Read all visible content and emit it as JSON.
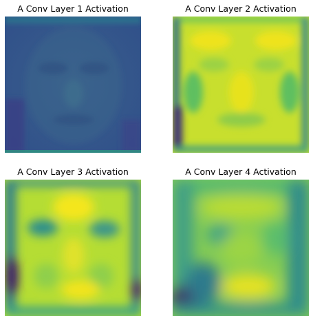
{
  "figure": {
    "panels": [
      {
        "title": "A Conv Layer 1 Activation",
        "colormap": "viridis",
        "mean_level": 0.35
      },
      {
        "title": "A Conv Layer 2 Activation",
        "colormap": "viridis",
        "mean_level": 0.82
      },
      {
        "title": "A Conv Layer 3 Activation",
        "colormap": "viridis",
        "mean_level": 0.75
      },
      {
        "title": "A Conv Layer 4 Activation",
        "colormap": "viridis",
        "mean_level": 0.62
      }
    ],
    "colors": {
      "viridis_dark": "#440154",
      "viridis_blue": "#3b528b",
      "viridis_teal": "#21918c",
      "viridis_green": "#5ec962",
      "viridis_yellow": "#fde725"
    }
  }
}
